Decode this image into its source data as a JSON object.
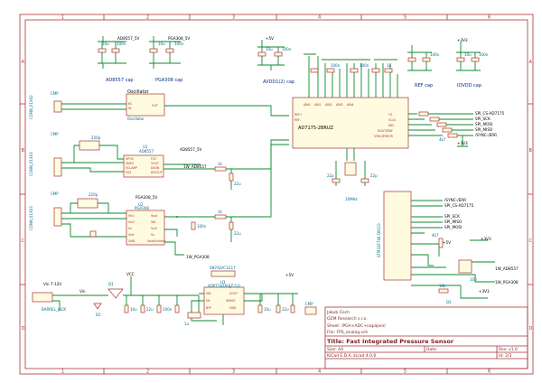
{
  "frame": {
    "columns": [
      "1",
      "2",
      "3",
      "4",
      "5",
      "6"
    ],
    "rows": [
      "A",
      "B",
      "C",
      "D"
    ]
  },
  "caps": {
    "ad8557": "AD8557 cap",
    "pga308": "PGA308 cap",
    "avdd": "AVDD1(2) cap",
    "ref": "REF cap",
    "iovdd": "IOVDD cap"
  },
  "components": {
    "osc_box": "Oscillator",
    "osc_module": "Oscillator",
    "osc_out": "OUT",
    "osc_pin_nc": "NC",
    "osc_pin_in": "IN",
    "u1_ref": "U1",
    "u1_name": "AD8557",
    "u1_pins_left": [
      "VPOS",
      "VNEG",
      "VCLAMP",
      "VSS"
    ],
    "u1_pins_right": [
      "FILT",
      "VOUT",
      "DIGIN",
      "DIGOUT"
    ],
    "u2_ref": "U2",
    "u2_name": "PGA308",
    "u2_pins_left": [
      "Vin1",
      "Vin2",
      "Vs",
      "Vref",
      "GND"
    ],
    "u2_pins_right": [
      "Vout",
      "Vfb",
      "Vclk",
      "Vs",
      "Vout/Vclamp"
    ],
    "adc_name": "AD7175-2BRUZ",
    "adc_pins_top": [
      "AIN0",
      "AIN1",
      "AIN2",
      "AIN3",
      "AIN4"
    ],
    "adc_pins_right": [
      "CS",
      "SCLK",
      "DIN",
      "DOUT/RDY",
      "SYNC/ERROR"
    ],
    "adc_pins_left": [
      "REF+",
      "REF-"
    ],
    "mcu_name": "STM32F746-DISCO",
    "reg_ref": "U3",
    "reg_name": "ADP7182AUJZ-5.0",
    "reg_pins_left": [
      "VIN",
      "EN",
      "BYP"
    ],
    "reg_pins_right": [
      "VOUT",
      "SENSE",
      "GND"
    ],
    "xtal": "16MHz",
    "ic_extra": "SN74LVC1G17",
    "q1": "Q1",
    "jack": "BARREL_JACK",
    "d1": "D1",
    "led": "D2"
  },
  "connectors": {
    "conn_labels": [
      "CONN_01X02",
      "CONN_01X03",
      "CONN_01X03"
    ],
    "cmp_labels": [
      "CMP",
      "CMP",
      "CMP"
    ]
  },
  "nets": {
    "ad8557_5v": "AD8557_5V",
    "pga308_5v": "PGA308_5V",
    "out_ad8557": "1W_AD8557",
    "out_pga308": "1W_PGA308",
    "spi_cs": "SPI_CS-AD7175",
    "spi_sck": "SPI_SCK",
    "spi_mosi": "SPI_MOSI",
    "spi_miso": "SPI_MISO",
    "sync_err": "/SYNC-/ERR",
    "vin": "Vin 7-12V",
    "vin_net": "Vin",
    "plus5v": "+5V",
    "plus3v3": "+3V3",
    "gnd": "GND",
    "vcc": "VCC"
  },
  "values": {
    "c100n": "100n",
    "c10u": "10u",
    "c1u": "1u",
    "c22u": "22u",
    "c220p": "220p",
    "c22p": "22p",
    "r10k": "10k",
    "r1k": "1k",
    "r100": "100",
    "r4k7": "4k7"
  },
  "title_block": {
    "author": "Jakub Čech",
    "company": "OZM Research s.r.o.",
    "sheet": "Sheet: /PGA+ADC+napájení/",
    "file": "File: FPS_analog.sch",
    "title": "Title: Fast Integrated Pressure Sensor",
    "size": "Size: A4",
    "date": "Date:",
    "rev": "Rev: v1.0",
    "kicad": "KiCad E.D.A.  kicad 4.0.6",
    "id": "Id: 2/3"
  }
}
